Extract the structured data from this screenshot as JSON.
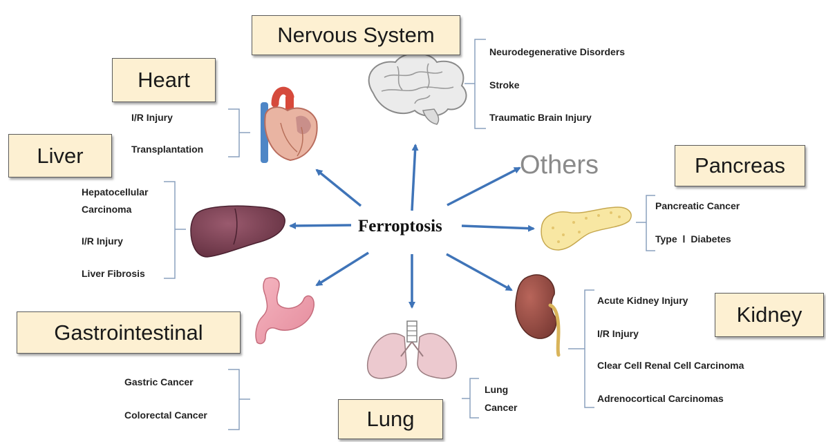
{
  "center": "Ferroptosis",
  "others": "Others",
  "nervous": {
    "title": "Nervous System",
    "items": [
      "Neurodegenerative Disorders",
      "Stroke",
      "Traumatic Brain Injury"
    ]
  },
  "heart": {
    "title": "Heart",
    "items": [
      "I/R Injury",
      "Transplantation"
    ]
  },
  "liver": {
    "title": "Liver",
    "items": [
      "Hepatocellular",
      "Carcinoma",
      "I/R Injury",
      "Liver Fibrosis"
    ]
  },
  "gastro": {
    "title": "Gastrointestinal",
    "items": [
      "Gastric Cancer",
      "Colorectal Cancer"
    ]
  },
  "lung": {
    "title": "Lung",
    "items": [
      "Lung",
      "Cancer"
    ]
  },
  "pancreas": {
    "title": "Pancreas",
    "items": [
      "Pancreatic Cancer",
      "Type  Ⅰ  Diabetes"
    ]
  },
  "kidney": {
    "title": "Kidney",
    "items": [
      "Acute Kidney Injury",
      "I/R Injury",
      "Clear Cell Renal Cell Carcinoma",
      "Adrenocortical Carcinomas"
    ]
  },
  "colors": {
    "arrow": "#3f74b8",
    "box_fill": "#fdf0d2",
    "bracket": "#8aa0be"
  }
}
